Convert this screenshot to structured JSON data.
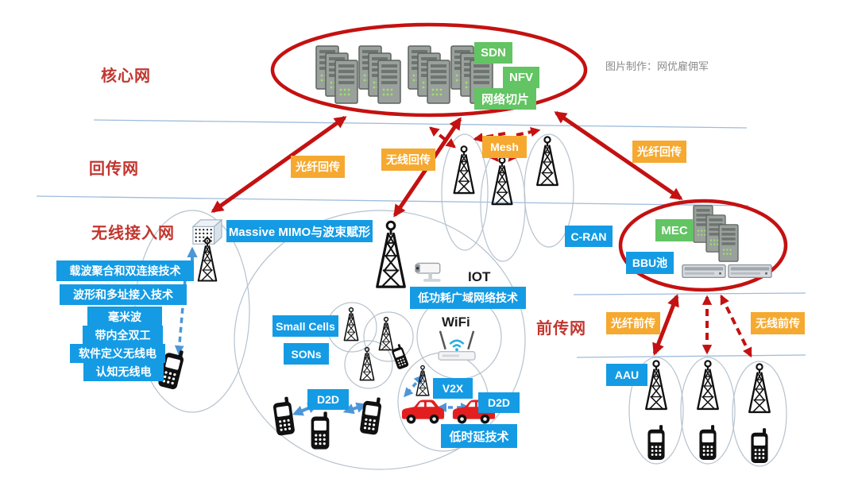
{
  "meta": {
    "credit": "图片制作：网优雇佣军"
  },
  "layers": {
    "core": {
      "label": "核心网",
      "sdn": "SDN",
      "nfv": "NFV",
      "slicing": "网络切片"
    },
    "backhaul": {
      "label": "回传网",
      "fiber_left": "光纤回传",
      "wireless": "无线回传",
      "mesh": "Mesh",
      "fiber_right": "光纤回传"
    },
    "ran": {
      "label": "无线接入网",
      "massive_mimo": "Massive MIMO与波束赋形",
      "cran": "C-RAN",
      "mec": "MEC",
      "bbu_pool": "BBU池",
      "tech_stack": [
        "载波聚合和双连接技术",
        "波形和多址接入技术",
        "毫米波",
        "带内全双工",
        "软件定义无线电",
        "认知无线电"
      ],
      "small_cells": "Small Cells",
      "sons": "SONs",
      "d2d_left": "D2D",
      "d2d_right": "D2D",
      "v2x": "V2X",
      "low_latency": "低时延技术",
      "lpwan": "低功耗广域网络技术",
      "iot": "IOT",
      "wifi": "WiFi"
    },
    "fronthaul": {
      "label": "前传网",
      "fiber": "光纤前传",
      "wireless": "无线前传",
      "aau": "AAU"
    }
  },
  "colors": {
    "red_label": "#C2362F",
    "red_line": "#C41111",
    "orange_tag": "#F5A930",
    "green_tag": "#62C462",
    "blue_tag": "#149BE4",
    "divider_line": "#9FBCDA",
    "blue_arrow": "#4D96D8"
  }
}
